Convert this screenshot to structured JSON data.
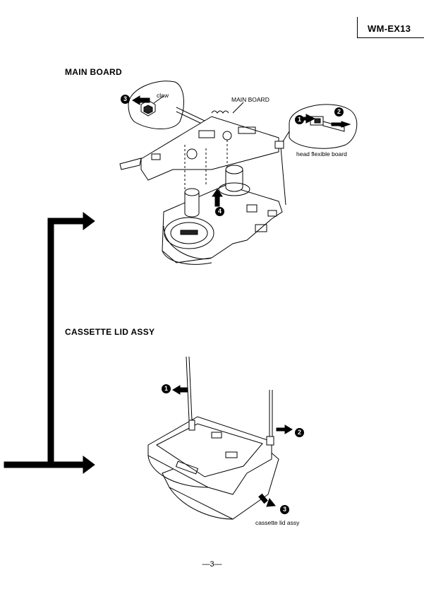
{
  "header": {
    "model": "WM-EX13"
  },
  "main_board_section": {
    "title": "MAIN BOARD",
    "callouts": {
      "claw": "claw",
      "main_board": "MAIN BOARD",
      "head_flexible_board": "head flexible board"
    },
    "steps": [
      "3",
      "1",
      "2",
      "4"
    ]
  },
  "cassette_lid_section": {
    "title": "CASSETTE LID ASSY",
    "callouts": {
      "cassette_lid_assy": "cassette lid assy"
    },
    "steps": [
      "1",
      "2",
      "3"
    ]
  },
  "footer": {
    "page_number": "—3—"
  }
}
